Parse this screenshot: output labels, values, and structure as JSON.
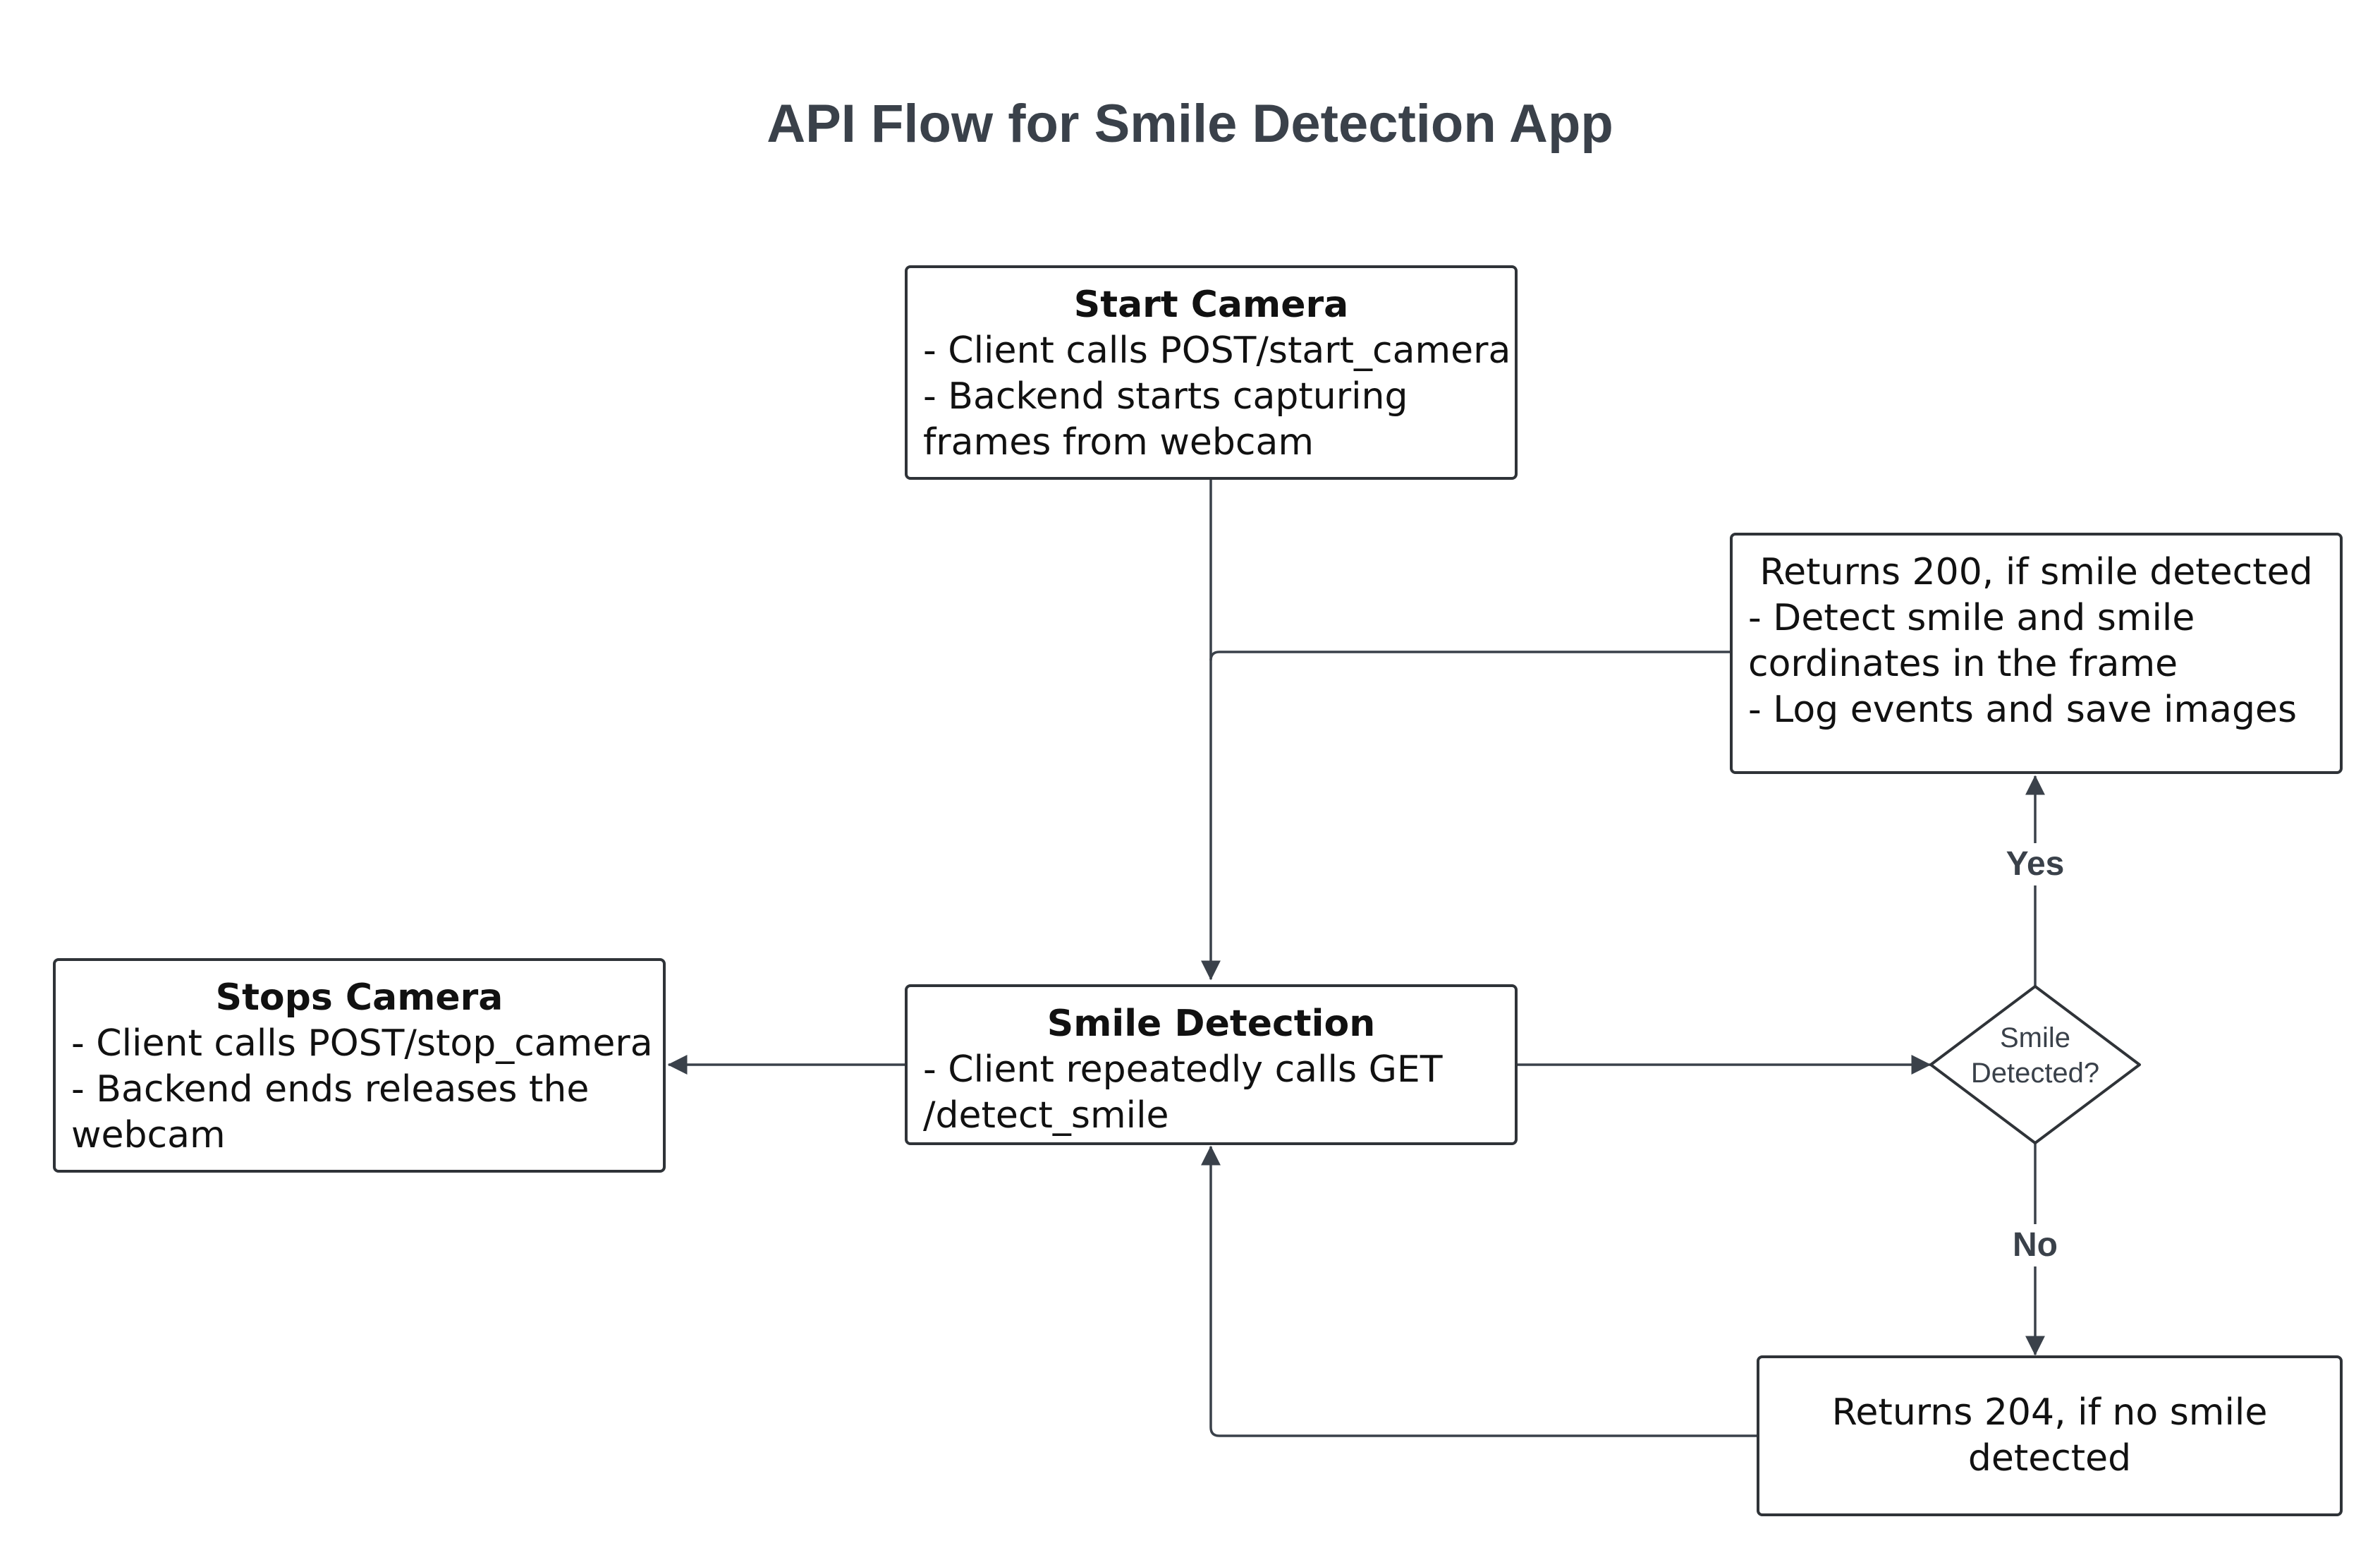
{
  "title": "API Flow for Smile Detection App",
  "colors": {
    "line": "#3a414a",
    "box_border": "#2f3338",
    "title": "#3a414a"
  },
  "nodes": {
    "start_camera": {
      "heading": "Start Camera",
      "line1": "- Client calls POST/start_camera",
      "line2": "- Backend starts capturing frames from webcam"
    },
    "returns_200": {
      "heading": "Returns 200, if smile detected",
      "line1": "- Detect smile and smile cordinates in the frame",
      "line2": "- Log events and save images"
    },
    "stops_camera": {
      "heading": "Stops Camera",
      "line1": "- Client calls POST/stop_camera",
      "line2": "- Backend ends releases the webcam"
    },
    "smile_detection": {
      "heading": "Smile Detection",
      "line1": "-  Client repeatedly calls GET /detect_smile"
    },
    "decision": {
      "line1": "Smile",
      "line2": "Detected?"
    },
    "returns_204": {
      "text": "Returns 204, if no smile detected"
    }
  },
  "edge_labels": {
    "yes": "Yes",
    "no": "No"
  }
}
